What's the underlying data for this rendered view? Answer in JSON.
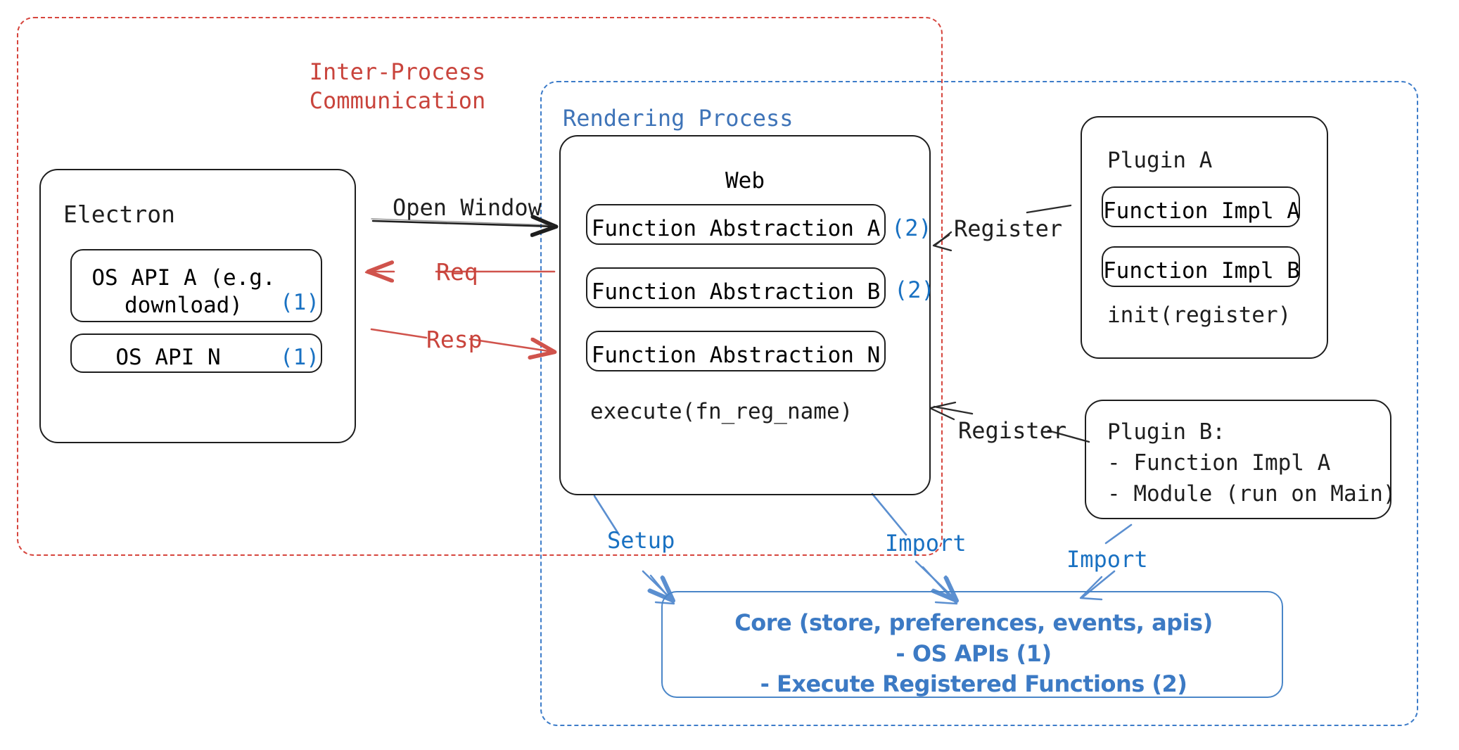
{
  "diagram": {
    "title": "Electron Plugin Architecture",
    "colors": {
      "ipc_red": "#c9443c",
      "rendering_blue": "#3f74b8",
      "annotation_blue": "#1971c2",
      "core_blue": "#3c7ac4",
      "stroke_black": "#1e1e1e"
    }
  },
  "regions": {
    "ipc": {
      "label": "Inter-Process\nCommunication"
    },
    "rendering": {
      "label": "Rendering Process"
    }
  },
  "electron": {
    "title": "Electron",
    "apis": [
      {
        "label": "OS API A (e.g.\ndownload)",
        "ref": "(1)"
      },
      {
        "label": "OS API N",
        "ref": "(1)"
      }
    ]
  },
  "web": {
    "title": "Web",
    "abstractions": [
      {
        "label": "Function Abstraction A",
        "ref": "(2)"
      },
      {
        "label": "Function Abstraction B",
        "ref": "(2)"
      },
      {
        "label": "Function Abstraction N",
        "ref": ""
      }
    ],
    "footer": "execute(fn_reg_name)"
  },
  "plugin_a": {
    "title": "Plugin A",
    "items": [
      {
        "label": "Function Impl A"
      },
      {
        "label": "Function Impl B"
      }
    ],
    "footer": "init(register)"
  },
  "plugin_b": {
    "lines": "Plugin B:\n- Function Impl A\n- Module (run on Main)"
  },
  "core": {
    "lines": "Core (store, preferences, events, apis)\n- OS APIs (1)\n- Execute Registered Functions (2)"
  },
  "arrows": {
    "open_window": "Open Window",
    "req": "Req",
    "resp": "Resp",
    "register_a": "Register",
    "register_b": "Register",
    "setup": "Setup",
    "import_web": "Import",
    "import_plugin_b": "Import"
  }
}
